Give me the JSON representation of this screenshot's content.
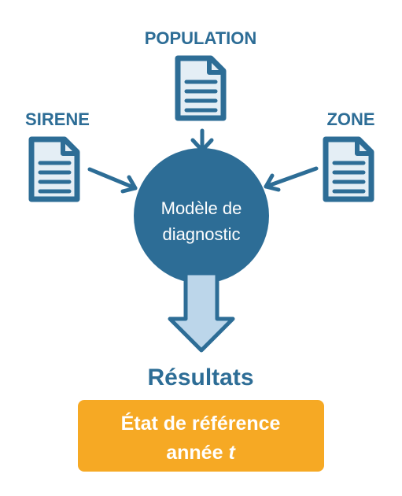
{
  "colors": {
    "primary": "#2d6d96",
    "icon_fill": "#e4eef5",
    "arrow_fill": "#bcd6ea",
    "result_box": "#f6a924",
    "result_text": "#ffffff",
    "center_text": "#ffffff"
  },
  "sources": {
    "population": {
      "label": "POPULATION",
      "icon": "document-icon"
    },
    "sirene": {
      "label": "SIRENE",
      "icon": "document-icon"
    },
    "zone": {
      "label": "ZONE",
      "icon": "document-icon"
    }
  },
  "model": {
    "line1": "Modèle de",
    "line2": "diagnostic"
  },
  "results": {
    "title": "Résultats",
    "box_line1": "État de référence",
    "box_line2_prefix": "année ",
    "box_line2_var": "t"
  }
}
